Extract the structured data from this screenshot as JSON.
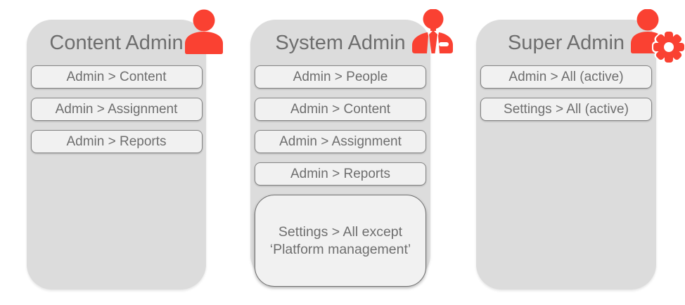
{
  "colors": {
    "accent": "#fa4132",
    "card_bg": "#dcdcdc",
    "item_bg": "#f1f1f1",
    "item_border": "#858585",
    "note_border": "#6f6f6f",
    "text": "#6e6e6e"
  },
  "cards": [
    {
      "title": "Content Admin",
      "icon": "person-icon",
      "items": [
        "Admin > Content",
        "Admin > Assignment",
        "Admin > Reports"
      ]
    },
    {
      "title": "System Admin",
      "icon": "person-tie-minus-icon",
      "items": [
        "Admin > People",
        "Admin > Content",
        "Admin > Assignment",
        "Admin > Reports"
      ],
      "note_lines": [
        "Settings > All except",
        "‘Platform management’"
      ]
    },
    {
      "title": "Super Admin",
      "icon": "person-gear-icon",
      "items": [
        "Admin > All (active)",
        "Settings > All (active)"
      ]
    }
  ]
}
